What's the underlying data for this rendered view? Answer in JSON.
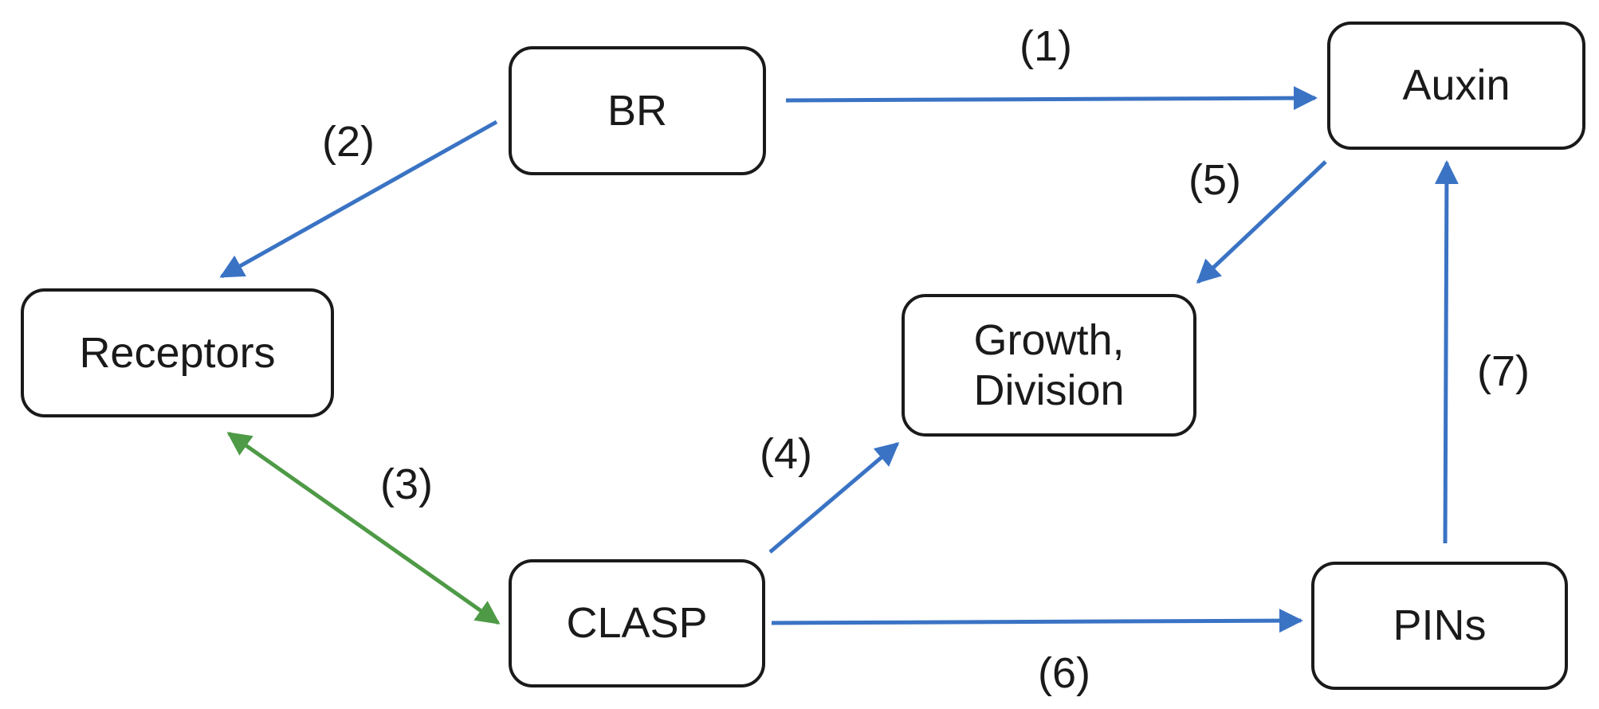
{
  "diagram": {
    "colors": {
      "blue": "#3a73c4",
      "green": "#4e9a46",
      "border": "#1a1a1a"
    },
    "nodes": {
      "br": {
        "label": "BR"
      },
      "auxin": {
        "label": "Auxin"
      },
      "receptors": {
        "label": "Receptors"
      },
      "growth": {
        "line1": "Growth,",
        "line2": "Division"
      },
      "clasp": {
        "label": "CLASP"
      },
      "pins": {
        "label": "PINs"
      }
    },
    "edges": [
      {
        "id": "e1",
        "label": "(1)",
        "from": "BR",
        "to": "Auxin",
        "color": "blue",
        "bidirectional": false
      },
      {
        "id": "e2",
        "label": "(2)",
        "from": "BR",
        "to": "Receptors",
        "color": "blue",
        "bidirectional": false
      },
      {
        "id": "e3",
        "label": "(3)",
        "from": "Receptors",
        "to": "CLASP",
        "color": "green",
        "bidirectional": true
      },
      {
        "id": "e4",
        "label": "(4)",
        "from": "CLASP",
        "to": "Growth, Division",
        "color": "blue",
        "bidirectional": false
      },
      {
        "id": "e5",
        "label": "(5)",
        "from": "Auxin",
        "to": "Growth, Division",
        "color": "blue",
        "bidirectional": false
      },
      {
        "id": "e6",
        "label": "(6)",
        "from": "CLASP",
        "to": "PINs",
        "color": "blue",
        "bidirectional": false
      },
      {
        "id": "e7",
        "label": "(7)",
        "from": "PINs",
        "to": "Auxin",
        "color": "blue",
        "bidirectional": false
      }
    ]
  }
}
